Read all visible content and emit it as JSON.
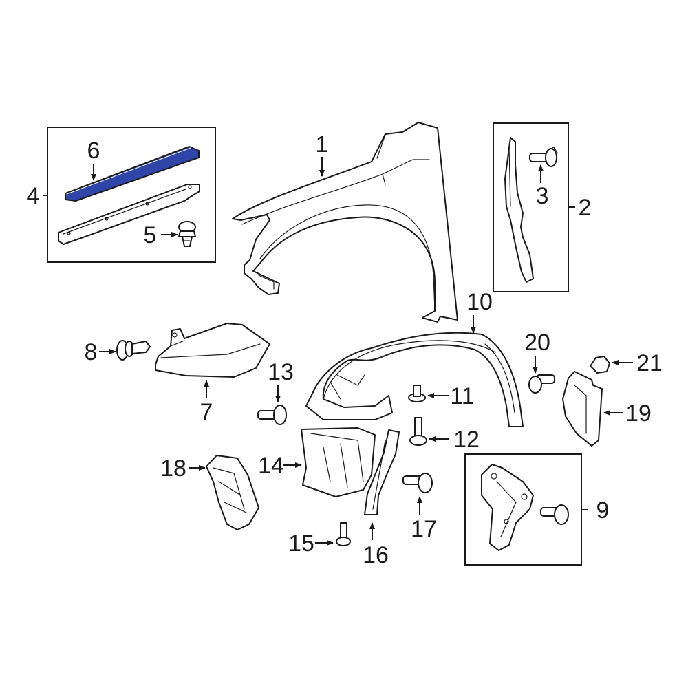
{
  "diagram": {
    "highlight_color": "#2f45a8",
    "line_color": "#1a1a1a",
    "background": "#ffffff",
    "callouts": {
      "c1": "1",
      "c2": "2",
      "c3": "3",
      "c4": "4",
      "c5": "5",
      "c6": "6",
      "c7": "7",
      "c8": "8",
      "c9": "9",
      "c10": "10",
      "c11": "11",
      "c12": "12",
      "c13": "13",
      "c14": "14",
      "c15": "15",
      "c16": "16",
      "c17": "17",
      "c18": "18",
      "c19": "19",
      "c20": "20",
      "c21": "21"
    },
    "highlighted_part": "6"
  }
}
